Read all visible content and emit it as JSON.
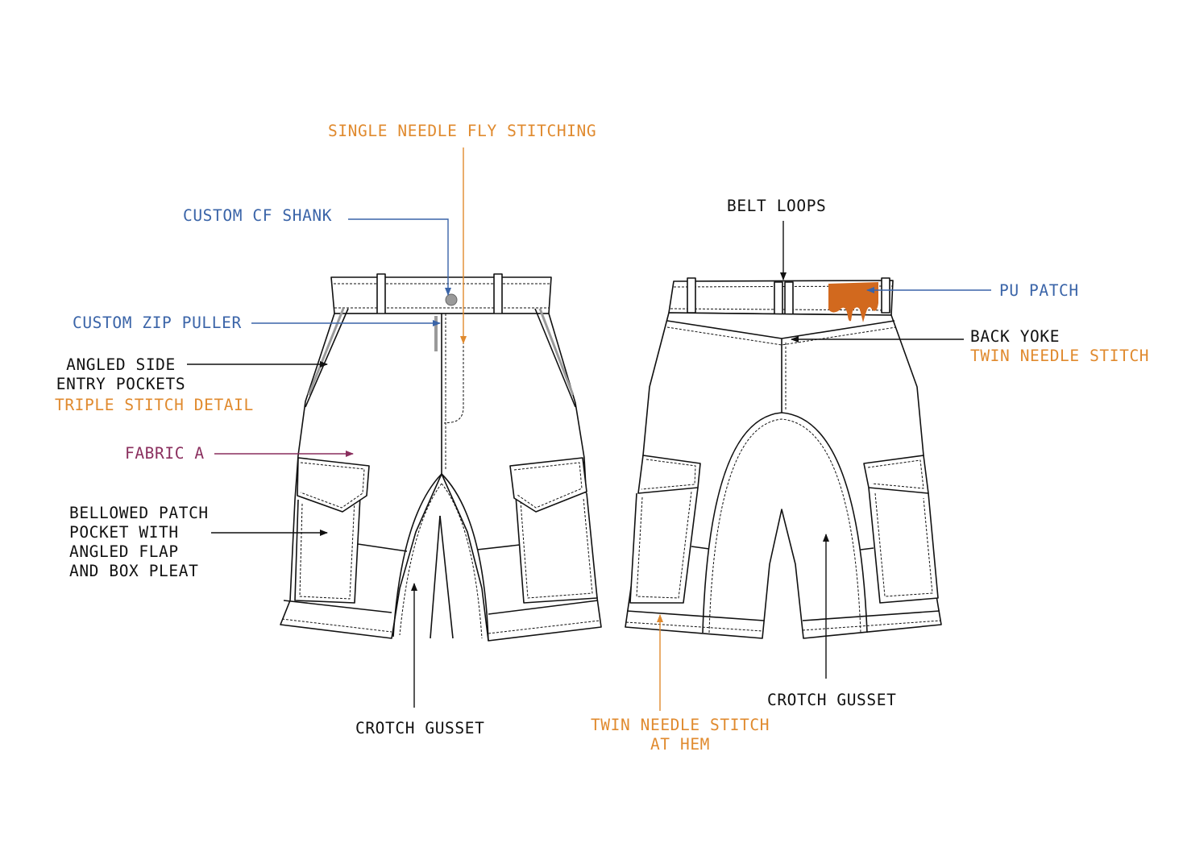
{
  "colors": {
    "black": "#111111",
    "blue": "#3a64a8",
    "orange": "#e08a2e",
    "magenta": "#8a2f5e",
    "pu_patch": "#d2691e",
    "hardware_grey": "#9a9a9a"
  },
  "callouts": {
    "single_needle_fly": "SINGLE NEEDLE FLY STITCHING",
    "custom_cf_shank": "CUSTOM CF SHANK",
    "custom_zip_puller": "CUSTOM ZIP PULLER",
    "angled_pockets": [
      "ANGLED SIDE",
      "ENTRY POCKETS"
    ],
    "triple_stitch": "TRIPLE STITCH DETAIL",
    "fabric_a": "FABRIC A",
    "bellowed_pocket": [
      "BELLOWED PATCH",
      "POCKET WITH",
      "ANGLED FLAP",
      "AND BOX PLEAT"
    ],
    "crotch_gusset_front": "CROTCH GUSSET",
    "belt_loops": "BELT LOOPS",
    "pu_patch": "PU PATCH",
    "back_yoke": "BACK YOKE",
    "twin_needle_yoke": "TWIN NEEDLE STITCH",
    "crotch_gusset_back": "CROTCH GUSSET",
    "twin_needle_hem": [
      "TWIN NEEDLE STITCH",
      "AT HEM"
    ]
  }
}
